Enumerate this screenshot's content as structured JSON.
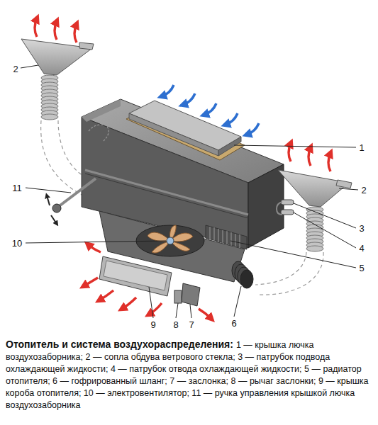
{
  "diagram": {
    "title": "Отопитель и система воздухораспределения:",
    "caption": "1 — крышка лючка воздухозаборника; 2 — сопла обдува ветрового стекла; 3 — патрубок подвода охлаждающей жидкости; 4 — патрубок отвода охлаждающей жидкости; 5 — радиатор отопителя; 6 — гофрированный шланг; 7 — заслонка; 8 — рычаг заслонки; 9 — крышка короба отопителя; 10 — электровентилятор; 11 — ручка управления крышкой лючка воздухозаборника",
    "labels": [
      "2",
      "1",
      "11",
      "2",
      "3",
      "4",
      "10",
      "5",
      "9",
      "8",
      "7",
      "6"
    ]
  }
}
